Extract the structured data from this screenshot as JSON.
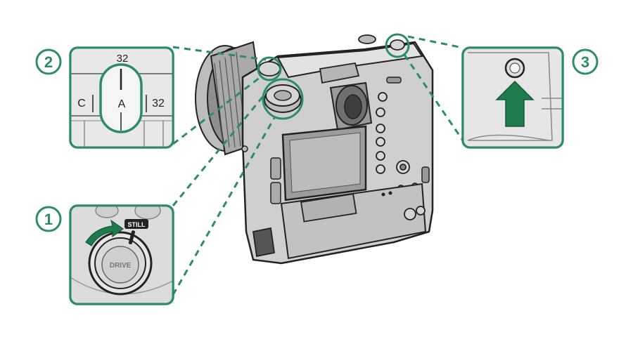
{
  "callouts": [
    {
      "number": "1",
      "label": "STILL",
      "dial_label": "DRIVE"
    },
    {
      "number": "2",
      "scale_top": "32",
      "scale_left": "C",
      "scale_center": "A",
      "scale_right": "32"
    },
    {
      "number": "3"
    }
  ],
  "colors": {
    "accent": "#2e8b6a",
    "accent_dark": "#1e6e52",
    "arrow_fill": "#1f7a4c",
    "camera_fill": "#cfcfcf",
    "camera_dark": "#8c8c8c",
    "outline": "#222222"
  },
  "icons": [
    "callout-arrow-icon",
    "up-arrow-icon"
  ]
}
